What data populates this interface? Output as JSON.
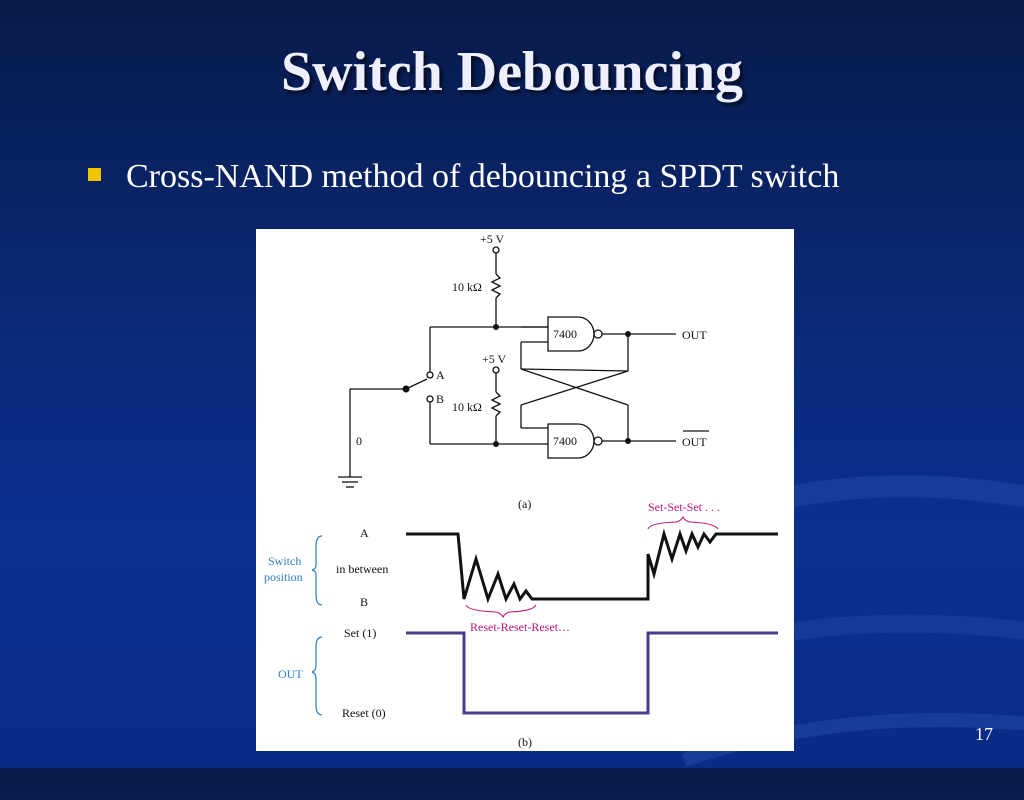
{
  "slide": {
    "title": "Switch Debouncing",
    "bullet": "Cross-NAND method of debouncing a SPDT switch",
    "page_number": "17"
  },
  "figure": {
    "circuit": {
      "vcc_top": "+5 V",
      "res_top": "10 kΩ",
      "vcc_mid": "+5 V",
      "res_mid": "10 kΩ",
      "gate_top": "7400",
      "gate_bottom": "7400",
      "out": "OUT",
      "out_bar": "OUT",
      "node_a": "A",
      "node_b": "B",
      "ground": "0",
      "caption": "(a)"
    },
    "timing": {
      "switch_position": [
        "Switch",
        "position"
      ],
      "a": "A",
      "in_between": "in between",
      "b": "B",
      "set": "Set (1)",
      "out": "OUT",
      "reset": "Reset (0)",
      "set_annotation": "Set-Set-Set . . .",
      "reset_annotation": "Reset-Reset-Reset…",
      "caption": "(b)"
    }
  },
  "colors": {
    "bullet": "#f3c400",
    "annotation": "#c0147a",
    "label_blue": "#2e7fbf",
    "out_wave": "#4b3b8f"
  }
}
